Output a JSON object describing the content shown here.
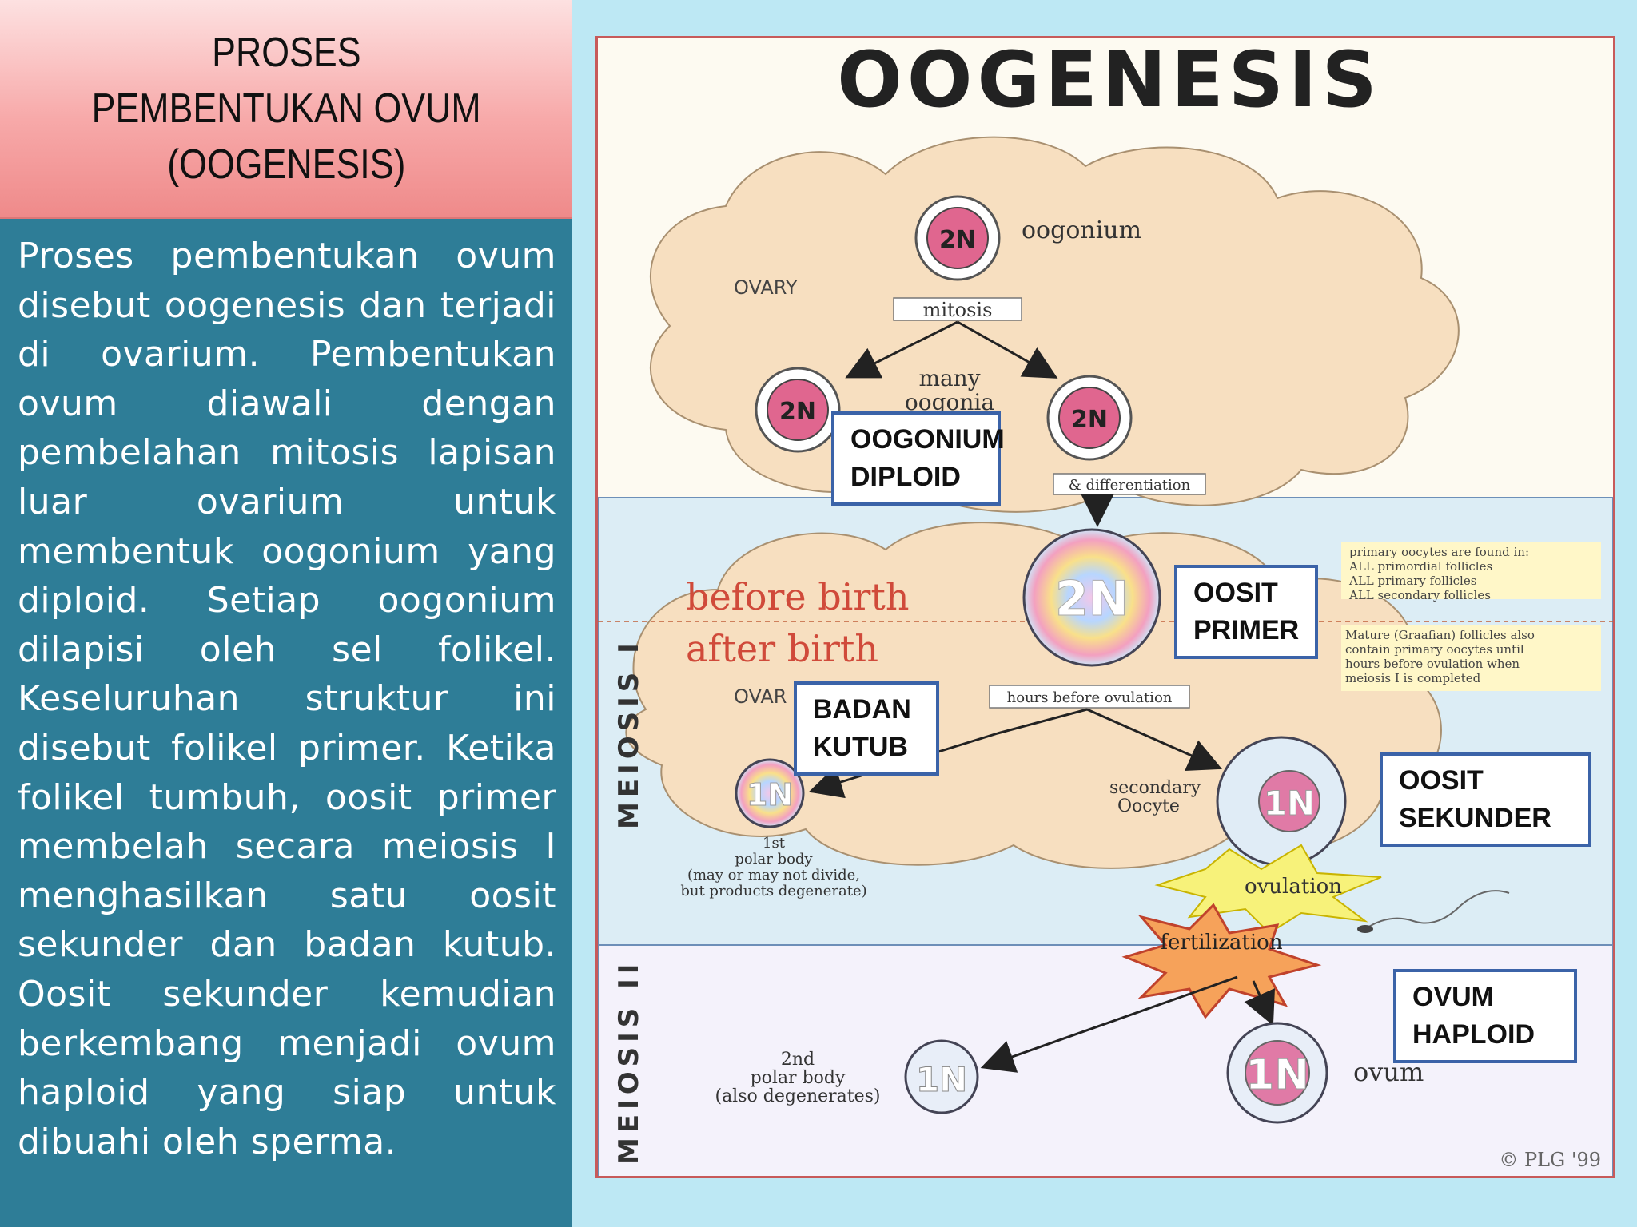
{
  "slide": {
    "title_lines": [
      "PROSES",
      "PEMBENTUKAN OVUM",
      "(OOGENESIS)"
    ],
    "paragraph": "Proses pembentukan ovum disebut oogenesis dan terjadi di ovarium. Pembentukan ovum diawali dengan pembelahan mitosis lapisan luar ovarium untuk membentuk oogonium yang diploid. Setiap oogonium dilapisi oleh sel folikel. Keseluruhan struktur ini disebut folikel primer. Ketika folikel tumbuh, oosit primer membelah secara meiosis I menghasilkan satu oosit sekunder dan badan kutub. Oosit sekunder kemudian berkembang menjadi ovum haploid yang siap untuk dibuahi oleh sperma."
  },
  "figure": {
    "title": "OOGENESIS",
    "ovary_label": "OVARY",
    "ovary_label_2": "OVAR",
    "oogonium_cell": "2N",
    "oogonium_text": "oogonium",
    "mitosis_text": "mitosis",
    "many_oogonia": [
      "many",
      "oogonia"
    ],
    "growth_text": "& differentiation",
    "primary_cell": "2N",
    "before_birth": "before birth",
    "after_birth": "after birth",
    "meiosis_1": "MEIOSIS I",
    "meiosis_2": "MEIOSIS II",
    "primary_note": [
      "primary oocytes are found in:",
      "ALL primordial follicles",
      "ALL primary follicles",
      "ALL secondary follicles"
    ],
    "mature_note": [
      "Mature (Graafian) follicles also",
      "contain primary oocytes until",
      "hours before ovulation when",
      "meiosis I is completed"
    ],
    "hours_text": "hours before ovulation",
    "secondary_text": [
      "secondary",
      "Oocyte"
    ],
    "polar1_text": [
      "1st",
      "polar body",
      "(may or may not divide,",
      "but products degenerate)"
    ],
    "ovulation": "ovulation",
    "fertilization": "fertilization",
    "polar2_text": [
      "2nd",
      "polar body",
      "(also degenerates)"
    ],
    "haploid_cell": "1N",
    "ovum_text": "ovum",
    "copyright": "© PLG '99"
  },
  "labels": {
    "oogonium": [
      "OOGONIUM",
      "DIPLOID"
    ],
    "oosit_primer": [
      "OOSIT",
      "PRIMER"
    ],
    "badan_kutub": [
      "BADAN",
      "KUTUB"
    ],
    "oosit_sekunder": [
      "OOSIT",
      "SEKUNDER"
    ],
    "ovum_haploid": [
      "OVUM",
      "HAPLOID"
    ]
  },
  "colors": {
    "title_bg": "#f7a9a9",
    "left_panel": "#2e7d97",
    "figure_border": "#c75a5a",
    "label_border": "#3b63a8",
    "cell_pink": "#e0668f",
    "ovary_fill": "#f7dfc0",
    "meiosis_band": "#dcedf5"
  }
}
